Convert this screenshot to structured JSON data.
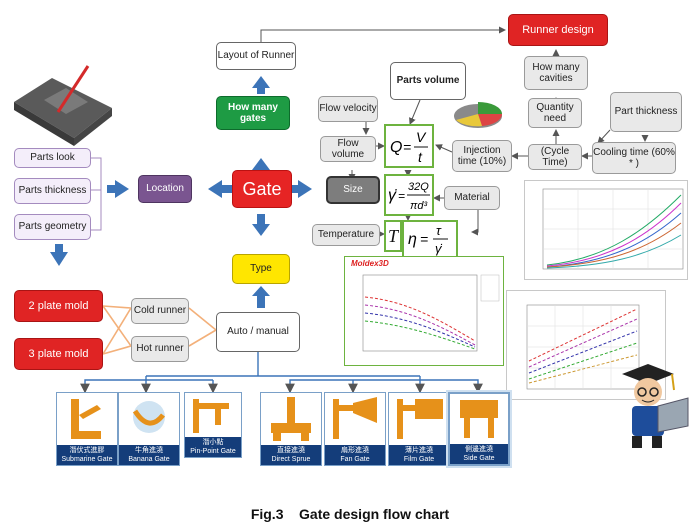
{
  "nodes": {
    "runner_design": "Runner design",
    "layout_of_runner": "Layout of Runner",
    "how_many_gates": "How many gates",
    "gate": "Gate",
    "type": "Type",
    "auto_manual": "Auto / manual",
    "location": "Location",
    "parts_look": "Parts look",
    "parts_thickness": "Parts thickness",
    "parts_geometry": "Parts geometry",
    "two_plate_mold": "2 plate mold",
    "three_plate_mold": "3 plate mold",
    "cold_runner": "Cold runner",
    "hot_runner": "Hot runner",
    "size": "Size",
    "flow_velocity": "Flow velocity",
    "flow_volume": "Flow volume",
    "temperature": "Temperature",
    "material": "Material",
    "parts_volume": "Parts volume",
    "injection_time": "Injection time (10%)",
    "cycle_time": "(Cycle Time)",
    "cooling_time": "Cooling time (60% * )",
    "quantity_need": "Quantity need",
    "how_many_cavities": "How many cavities",
    "part_thickness": "Part thickness"
  },
  "formulas": {
    "q": "Q = V / t",
    "gamma": "γ̇ = 32Q / πd³",
    "eta": "η = τ / γ̇",
    "tau": "T"
  },
  "moldex_label": "Moldex3D",
  "gate_types": [
    {
      "cn": "潛伏式進膠",
      "en": "Submarine Gate"
    },
    {
      "cn": "牛角進澆",
      "en": "Banana Gate"
    },
    {
      "cn": "潛小點",
      "en": "Pin-Point Gate"
    },
    {
      "cn": "直接進澆",
      "en": "Direct Sprue"
    },
    {
      "cn": "扇形進澆",
      "en": "Fan Gate"
    },
    {
      "cn": "薄片進澆",
      "en": "Film Gate"
    },
    {
      "cn": "側邊進澆",
      "en": "Side Gate"
    }
  ],
  "caption": "Fig.3    Gate design flow chart",
  "colors": {
    "arrow_blue": "#3c74b8",
    "gate_red": "#e62424",
    "green": "#1e9b44",
    "purple": "#7a5590",
    "yellow": "#ffe600",
    "orange_link": "#f3b07a"
  }
}
